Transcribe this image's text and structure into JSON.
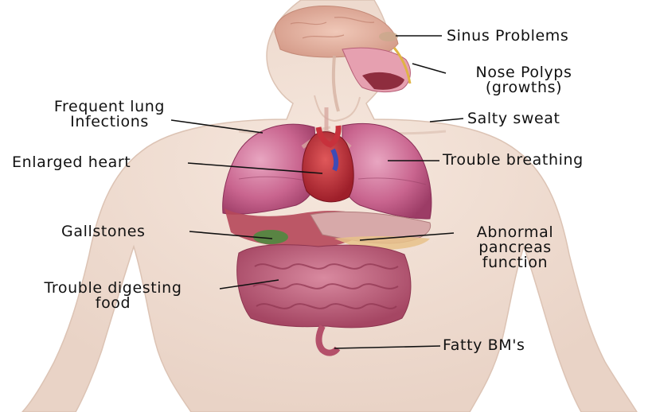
{
  "labels": {
    "sinus": "Sinus Problems",
    "nose_line1": "Nose Polyps",
    "nose_line2": "(growths)",
    "lung_line1": "Frequent lung",
    "lung_line2": "Infections",
    "sweat": "Salty sweat",
    "heart": "Enlarged heart",
    "breathing": "Trouble breathing",
    "gallstones": "Gallstones",
    "pancreas_line1": "Abnormal",
    "pancreas_line2": "pancreas",
    "pancreas_line3": "function",
    "digest_line1": "Trouble digesting",
    "digest_line2": "food",
    "fatty": "Fatty BM's"
  }
}
